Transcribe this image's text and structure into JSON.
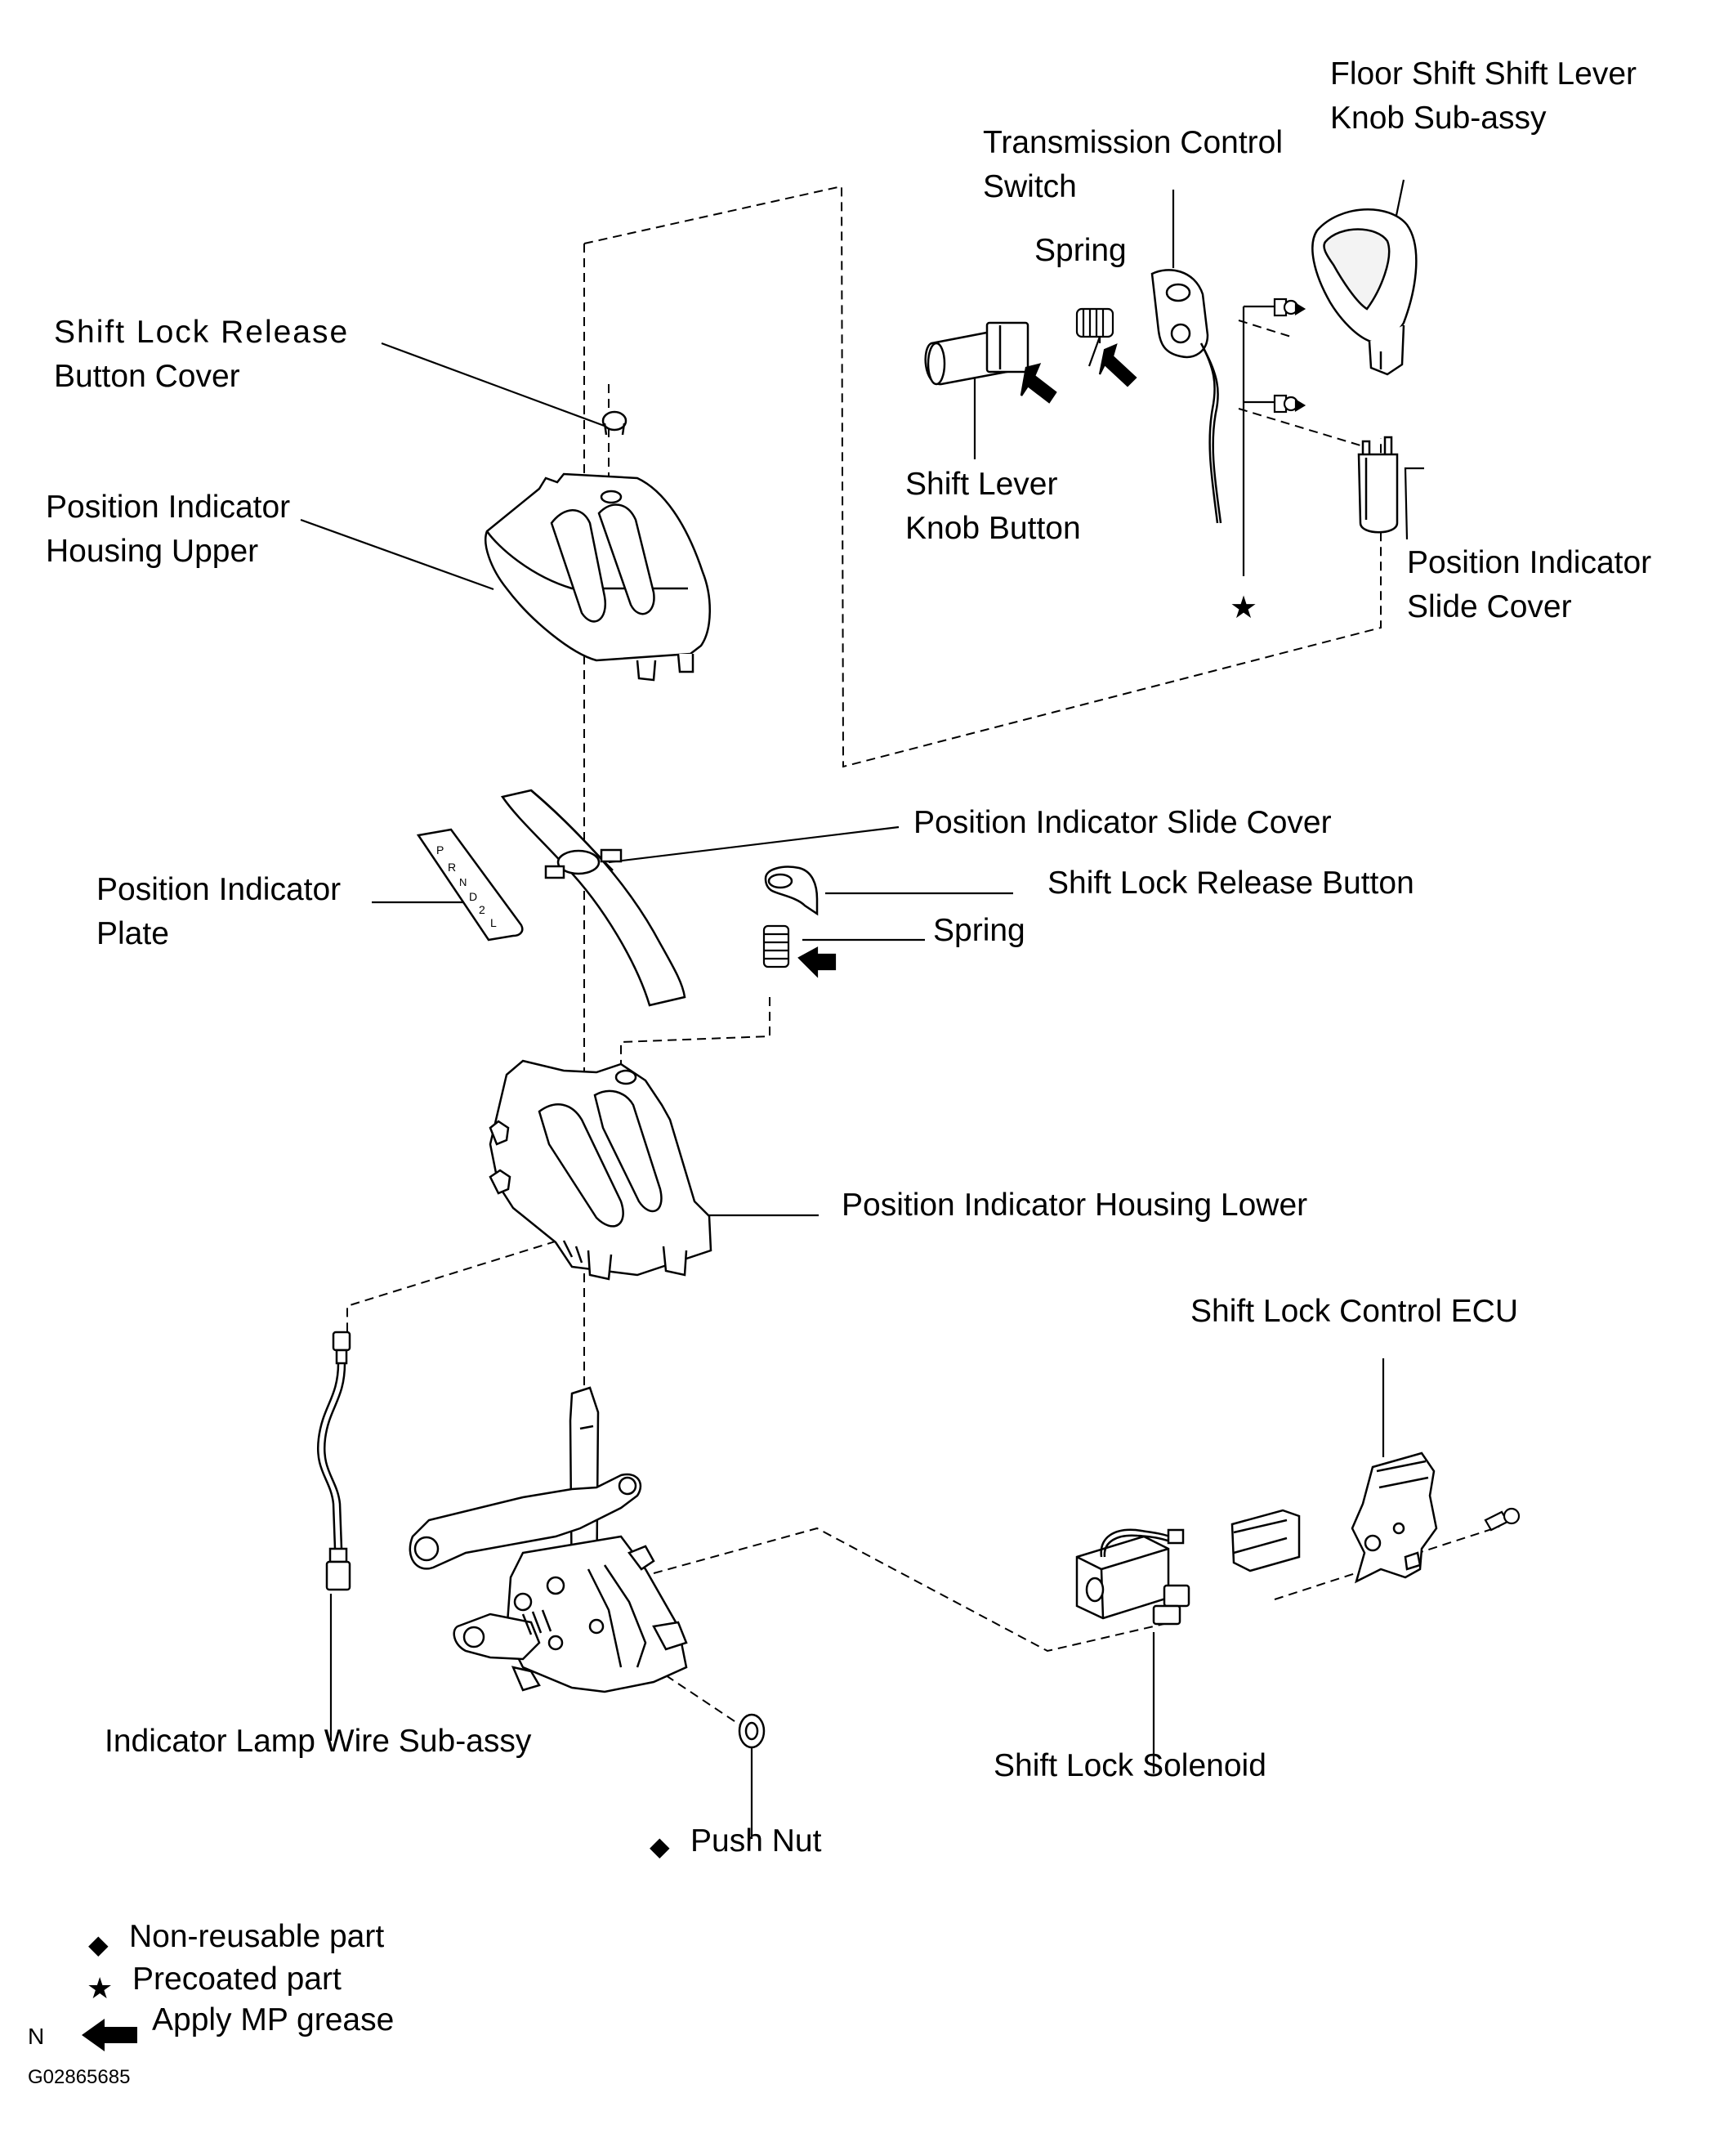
{
  "labels": {
    "knob_subassy": [
      "Floor  Shift  Shift  Lever",
      "Knob  Sub-assy"
    ],
    "trans_control_switch": [
      "Transmission Control",
      "Switch"
    ],
    "spring_top": "Spring",
    "shift_lock_release_cover": [
      "Shift Lock Release",
      "Button Cover"
    ],
    "shift_lever_knob_button": [
      "Shift Lever",
      "Knob Button"
    ],
    "pos_ind_housing_upper": [
      "Position Indicator",
      "Housing Upper"
    ],
    "pos_ind_slide_cover_top": [
      "Position Indicator",
      "Slide Cover"
    ],
    "pos_ind_slide_cover_mid": "Position Indicator Slide Cover",
    "shift_lock_release_button": "Shift Lock Release Button",
    "pos_ind_plate": [
      "Position Indicator",
      "Plate"
    ],
    "spring_mid": "Spring",
    "pos_ind_housing_lower": "Position Indicator Housing Lower",
    "shift_lock_control_ecu": "Shift Lock Control ECU",
    "indicator_lamp_wire": "Indicator Lamp Wire Sub-assy",
    "shift_lock_solenoid": "Shift Lock Solenoid",
    "push_nut": "Push Nut"
  },
  "symbols": {
    "non_reusable": "◆",
    "precoated": "★"
  },
  "legend": {
    "non_reusable": "Non-reusable part",
    "precoated": "Precoated part",
    "grease": "Apply MP grease"
  },
  "footer": {
    "north": "N",
    "code": "G02865685"
  },
  "plate_marks": "P R N D 2 L"
}
